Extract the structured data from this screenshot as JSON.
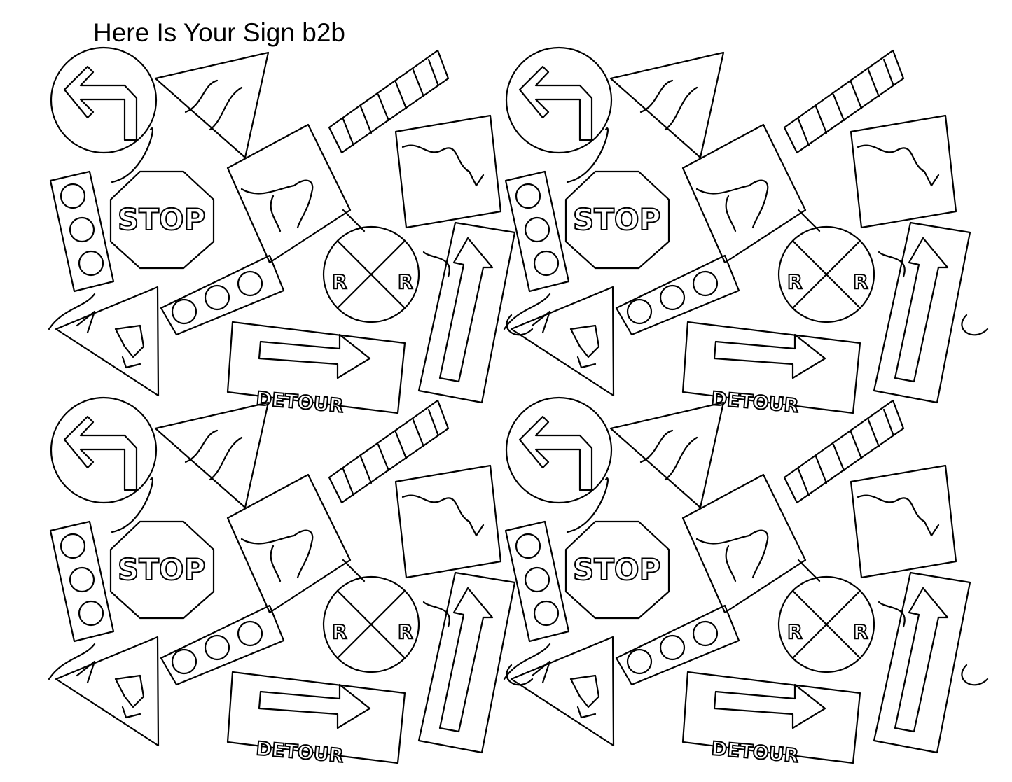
{
  "title": "Here Is Your Sign b2b",
  "signs": {
    "stop": "STOP",
    "railroad_left": "R",
    "railroad_right": "R",
    "detour": "DETOUR"
  },
  "colors": {
    "line": "#000000",
    "background": "#ffffff"
  }
}
